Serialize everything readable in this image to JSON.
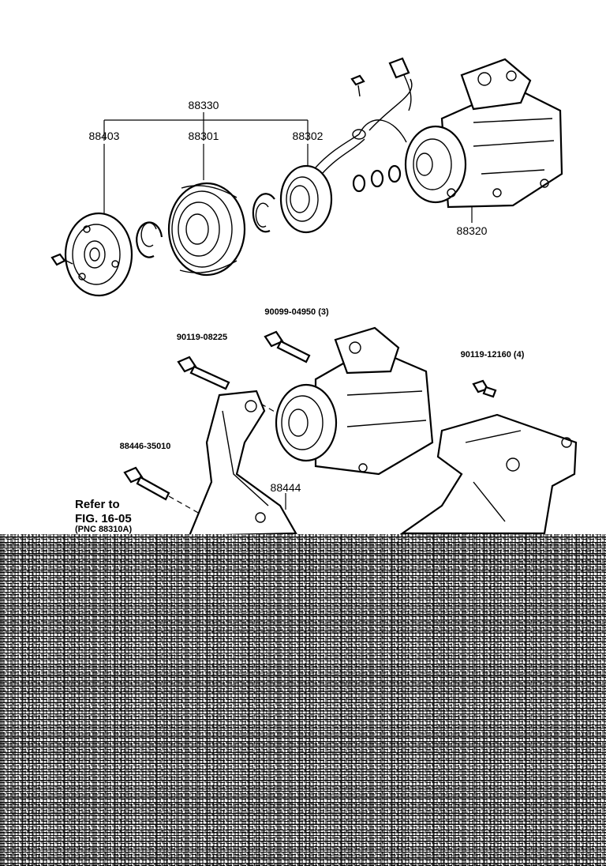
{
  "diagram": {
    "part_labels": {
      "clutch_assembly": "88330",
      "pressure_plate": "88403",
      "pulley": "88301",
      "stator": "88302",
      "compressor": "88320",
      "bolt_a": "90119-08225",
      "bolt_b": "90099-04950 (3)",
      "bolt_c": "90119-12160 (4)",
      "bolt_d": "88446-35010",
      "bracket": "88444"
    },
    "reference": {
      "line1": "Refer to",
      "line2": "FIG. 16-05",
      "line3": "(PNC 88310A)"
    }
  },
  "colors": {
    "ink": "#000000",
    "paper": "#ffffff"
  }
}
